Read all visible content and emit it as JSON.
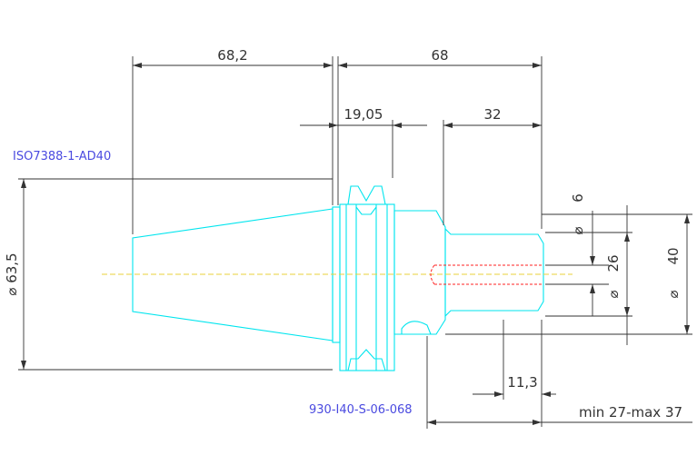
{
  "colors": {
    "outline": "#00e5ee",
    "dimension": "#333333",
    "label_blue": "#4a4ae0",
    "centerline": "#e8d23a",
    "hidden_bore": "#ff2020"
  },
  "labels": {
    "standard": "ISO7388-1-AD40",
    "part_number": "930-I40-S-06-068"
  },
  "dimensions": {
    "taper_length": "68,2",
    "overall_length": "68",
    "flange_width": "19,05",
    "shank_length": "32",
    "flange_diameter": "⌀ 63,5",
    "bore_diameter_symbol": "⌀",
    "bore_diameter": "6",
    "shank_diameter_symbol": "⌀",
    "shank_diameter": "26",
    "body_diameter_symbol": "⌀",
    "body_diameter": "40",
    "depth_stop": "11,3",
    "clamping_range": "min 27-max 37"
  }
}
